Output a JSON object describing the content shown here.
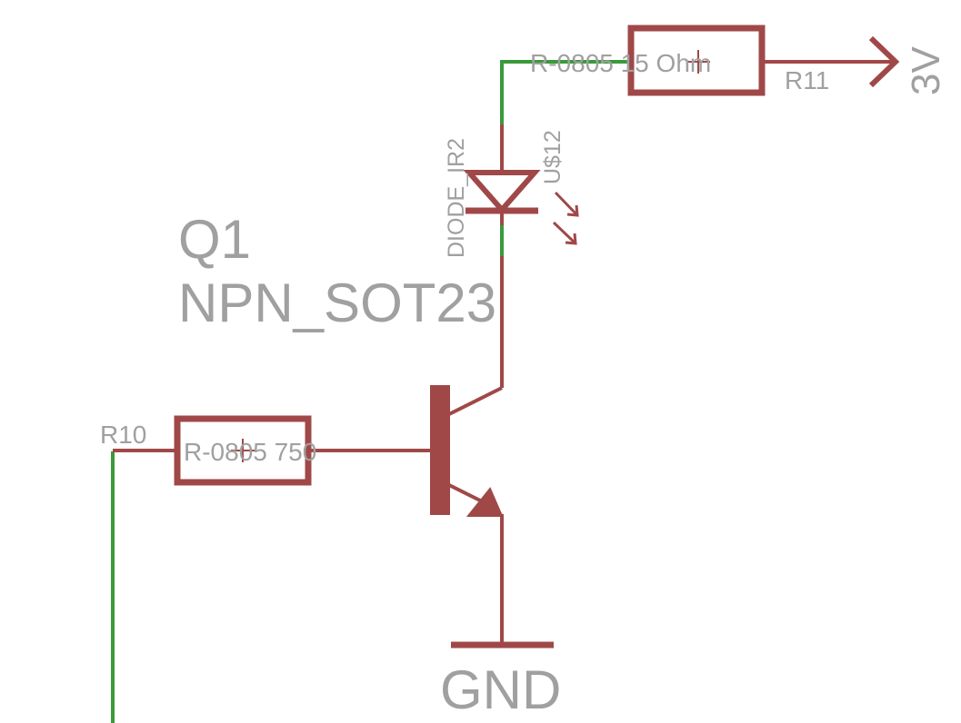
{
  "schematic": {
    "transistor": {
      "name": "Q1",
      "value": "NPN_SOT23"
    },
    "diode": {
      "name": "DIODE_IR2",
      "value": "U$12"
    },
    "resistor_top": {
      "name": "R11",
      "value": "R-0805 15 Ohm"
    },
    "resistor_left": {
      "name": "R10",
      "value": "R-0805 750"
    },
    "supply": {
      "label": "3V"
    },
    "ground": {
      "label": "GND"
    }
  },
  "colors": {
    "component": "#a04848",
    "net": "#3a9a3a",
    "label": "#a0a0a0",
    "background": "#ffffff"
  }
}
